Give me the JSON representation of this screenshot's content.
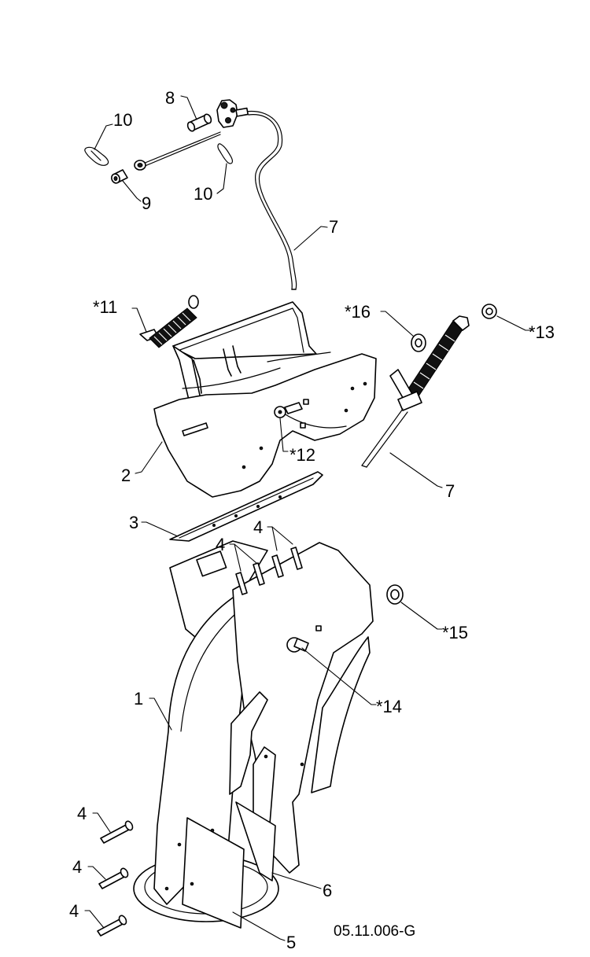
{
  "drawing_code": "05.11.006-G",
  "callouts": {
    "c1": "1",
    "c2": "2",
    "c3": "3",
    "c4a": "4",
    "c4b": "4",
    "c4c": "4",
    "c4d": "4",
    "c4e": "4",
    "c5": "5",
    "c6": "6",
    "c7a": "7",
    "c7b": "7",
    "c8": "8",
    "c9": "9",
    "c10a": "10",
    "c10b": "10",
    "c11": "*11",
    "c12": "*12",
    "c13": "*13",
    "c14": "*14",
    "c15": "*15",
    "c16": "*16"
  }
}
